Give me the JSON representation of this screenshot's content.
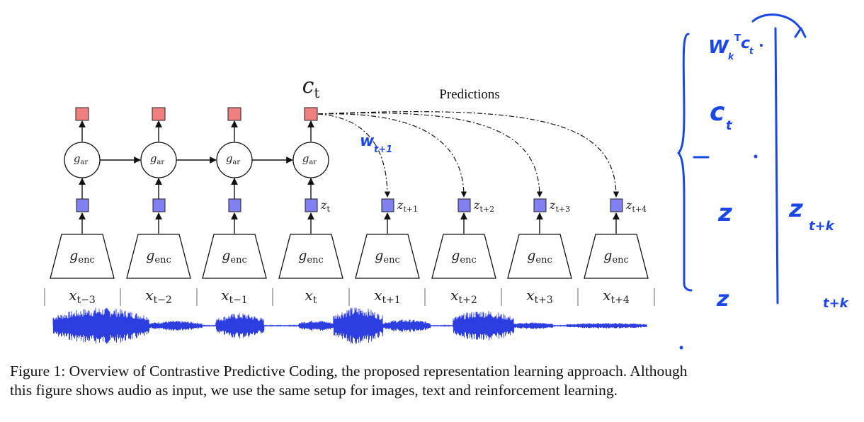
{
  "diagram": {
    "context_label": {
      "base": "c",
      "sub": "t"
    },
    "predictions_label": "Predictions",
    "annotation_w": "w",
    "annotation_w_sub": "t+1",
    "ar_label": {
      "base": "g",
      "sub": "ar"
    },
    "enc_label": {
      "base": "g",
      "sub": "enc"
    },
    "z_labels": [
      {
        "base": "z",
        "sub": "t"
      },
      {
        "base": "z",
        "sub": "t+1"
      },
      {
        "base": "z",
        "sub": "t+2"
      },
      {
        "base": "z",
        "sub": "t+3"
      },
      {
        "base": "z",
        "sub": "t+4"
      }
    ],
    "x_labels": [
      {
        "base": "x",
        "sub": "t−3"
      },
      {
        "base": "x",
        "sub": "t−2"
      },
      {
        "base": "x",
        "sub": "t−1"
      },
      {
        "base": "x",
        "sub": "t"
      },
      {
        "base": "x",
        "sub": "t+1"
      },
      {
        "base": "x",
        "sub": "t+2"
      },
      {
        "base": "x",
        "sub": "t+3"
      },
      {
        "base": "x",
        "sub": "t+4"
      }
    ],
    "colors": {
      "context_box": "#f08080",
      "latent_box": "#8080f0",
      "waveform": "#2d3ee0",
      "handwriting": "#1a48e6"
    }
  },
  "handwritten_notes": {
    "top": "W",
    "top_sup": "T",
    "top_sub": "k",
    "top_tail": "c",
    "top_tail_sub": "t",
    "row2": "c",
    "row2_sub": "t",
    "row3": "z",
    "row4": "z",
    "right_label": "z",
    "right_label_sub": "t+k",
    "bottom_right": "t+k"
  },
  "caption": {
    "text": "Figure 1: Overview of Contrastive Predictive Coding, the proposed representation learning approach. Although this figure shows audio as input, we use the same setup for images, text and reinforcement learning."
  }
}
